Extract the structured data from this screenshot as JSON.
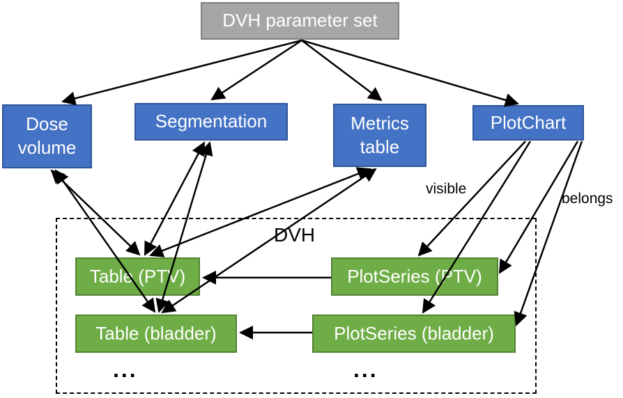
{
  "nodes": {
    "dvh_parameter_set": {
      "label": "DVH parameter set"
    },
    "dose_volume": {
      "label": "Dose volume"
    },
    "segmentation": {
      "label": "Segmentation"
    },
    "metrics_table": {
      "label": "Metrics table"
    },
    "plotchart": {
      "label": "PlotChart"
    },
    "table_ptv": {
      "label": "Table (PTV)"
    },
    "plotseries_ptv": {
      "label": "PlotSeries (PTV)"
    },
    "table_bladder": {
      "label": "Table (bladder)"
    },
    "plotseries_bladder": {
      "label": "PlotSeries (bladder)"
    }
  },
  "group": {
    "label": "DVH"
  },
  "edge_labels": {
    "visible": "visible",
    "belongs": "belongs"
  },
  "ellipsis": {
    "left": "...",
    "right": "..."
  },
  "colors": {
    "gray_fill": "#a6a6a6",
    "gray_border": "#7f7f7f",
    "blue_fill": "#4472c4",
    "blue_border": "#2f5597",
    "green_fill": "#6fad47",
    "green_border": "#548235",
    "arrow": "#000000",
    "box_text": "#ffffff",
    "label_text": "#000000",
    "background": "#ffffff"
  },
  "edges": [
    {
      "from": "dvh_parameter_set",
      "to": "dose_volume",
      "direction": "one-way"
    },
    {
      "from": "dvh_parameter_set",
      "to": "segmentation",
      "direction": "one-way"
    },
    {
      "from": "dvh_parameter_set",
      "to": "metrics_table",
      "direction": "one-way"
    },
    {
      "from": "dvh_parameter_set",
      "to": "plotchart",
      "direction": "one-way"
    },
    {
      "from": "dose_volume",
      "to": "table_ptv",
      "direction": "two-way"
    },
    {
      "from": "dose_volume",
      "to": "table_bladder",
      "direction": "two-way"
    },
    {
      "from": "segmentation",
      "to": "table_ptv",
      "direction": "two-way"
    },
    {
      "from": "segmentation",
      "to": "table_bladder",
      "direction": "two-way"
    },
    {
      "from": "metrics_table",
      "to": "table_ptv",
      "direction": "two-way"
    },
    {
      "from": "metrics_table",
      "to": "table_bladder",
      "direction": "two-way"
    },
    {
      "from": "plotchart",
      "to": "plotseries_ptv",
      "direction": "one-way",
      "label": "visible"
    },
    {
      "from": "plotchart",
      "to": "plotseries_bladder",
      "direction": "one-way",
      "label": "visible"
    },
    {
      "from": "plotchart",
      "to": "plotseries_ptv",
      "direction": "one-way",
      "label": "belongs"
    },
    {
      "from": "plotchart",
      "to": "plotseries_bladder",
      "direction": "one-way",
      "label": "belongs"
    },
    {
      "from": "plotseries_ptv",
      "to": "table_ptv",
      "direction": "one-way"
    },
    {
      "from": "plotseries_bladder",
      "to": "table_bladder",
      "direction": "one-way"
    }
  ]
}
